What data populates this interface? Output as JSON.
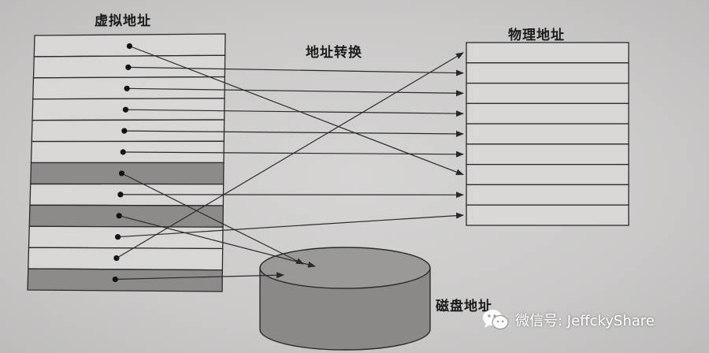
{
  "labels": {
    "virtual_address": "虚拟地址",
    "address_translation": "地址转换",
    "physical_address": "物理地址",
    "disk_address": "磁盘地址"
  },
  "watermark": {
    "text": "微信号: JeffckyShare",
    "icon": "wechat-icon"
  },
  "colors": {
    "paper": "#cfcdcc",
    "line": "#2a2a2a",
    "shaded_row": "#8c8b8a",
    "disk": "#8a8988"
  },
  "virtual_table": {
    "rows": 12,
    "shaded_rows": [
      6,
      8,
      11
    ]
  },
  "physical_table": {
    "rows": 9
  },
  "mappings": [
    {
      "from_row": 0,
      "to": "physical",
      "to_row": 6
    },
    {
      "from_row": 1,
      "to": "physical",
      "to_row": 1
    },
    {
      "from_row": 2,
      "to": "physical",
      "to_row": 2
    },
    {
      "from_row": 3,
      "to": "physical",
      "to_row": 3
    },
    {
      "from_row": 4,
      "to": "physical",
      "to_row": 4
    },
    {
      "from_row": 5,
      "to": "physical",
      "to_row": 5
    },
    {
      "from_row": 6,
      "to": "disk"
    },
    {
      "from_row": 7,
      "to": "physical",
      "to_row": 7
    },
    {
      "from_row": 8,
      "to": "disk"
    },
    {
      "from_row": 9,
      "to": "physical",
      "to_row": 8
    },
    {
      "from_row": 10,
      "to": "physical",
      "to_row": 0
    },
    {
      "from_row": 11,
      "to": "disk"
    }
  ]
}
